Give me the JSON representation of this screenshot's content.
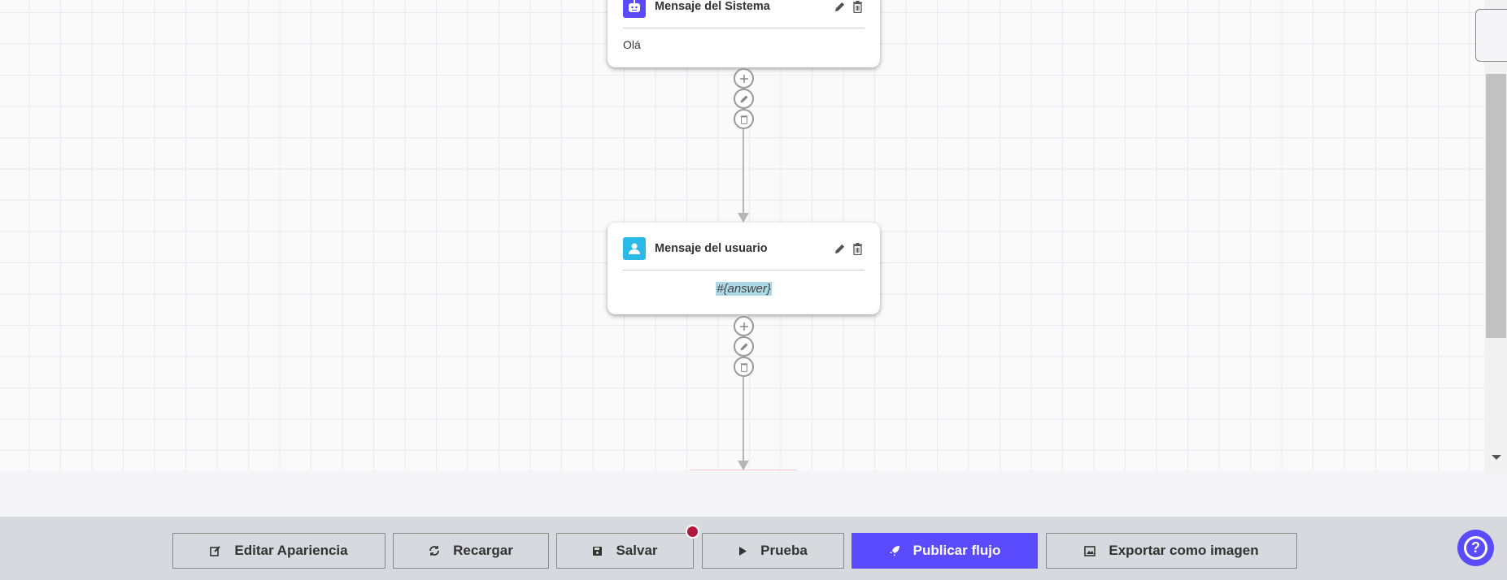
{
  "nodes": [
    {
      "title": "Mensaje del Sistema",
      "icon": "robot-icon",
      "icon_color": "#5b4bff",
      "body": "Olá"
    },
    {
      "title": "Mensaje del usuario",
      "icon": "user-icon",
      "icon_color": "#2bb9e8",
      "body": "#{answer}"
    }
  ],
  "toolbar": {
    "edit_appearance": "Editar Apariencia",
    "reload": "Recargar",
    "save": "Salvar",
    "test": "Prueba",
    "publish": "Publicar flujo",
    "export": "Exportar como imagen"
  },
  "colors": {
    "accent": "#5b4bff",
    "unsaved_dot": "#b5173a",
    "highlight": "#add8e6"
  }
}
